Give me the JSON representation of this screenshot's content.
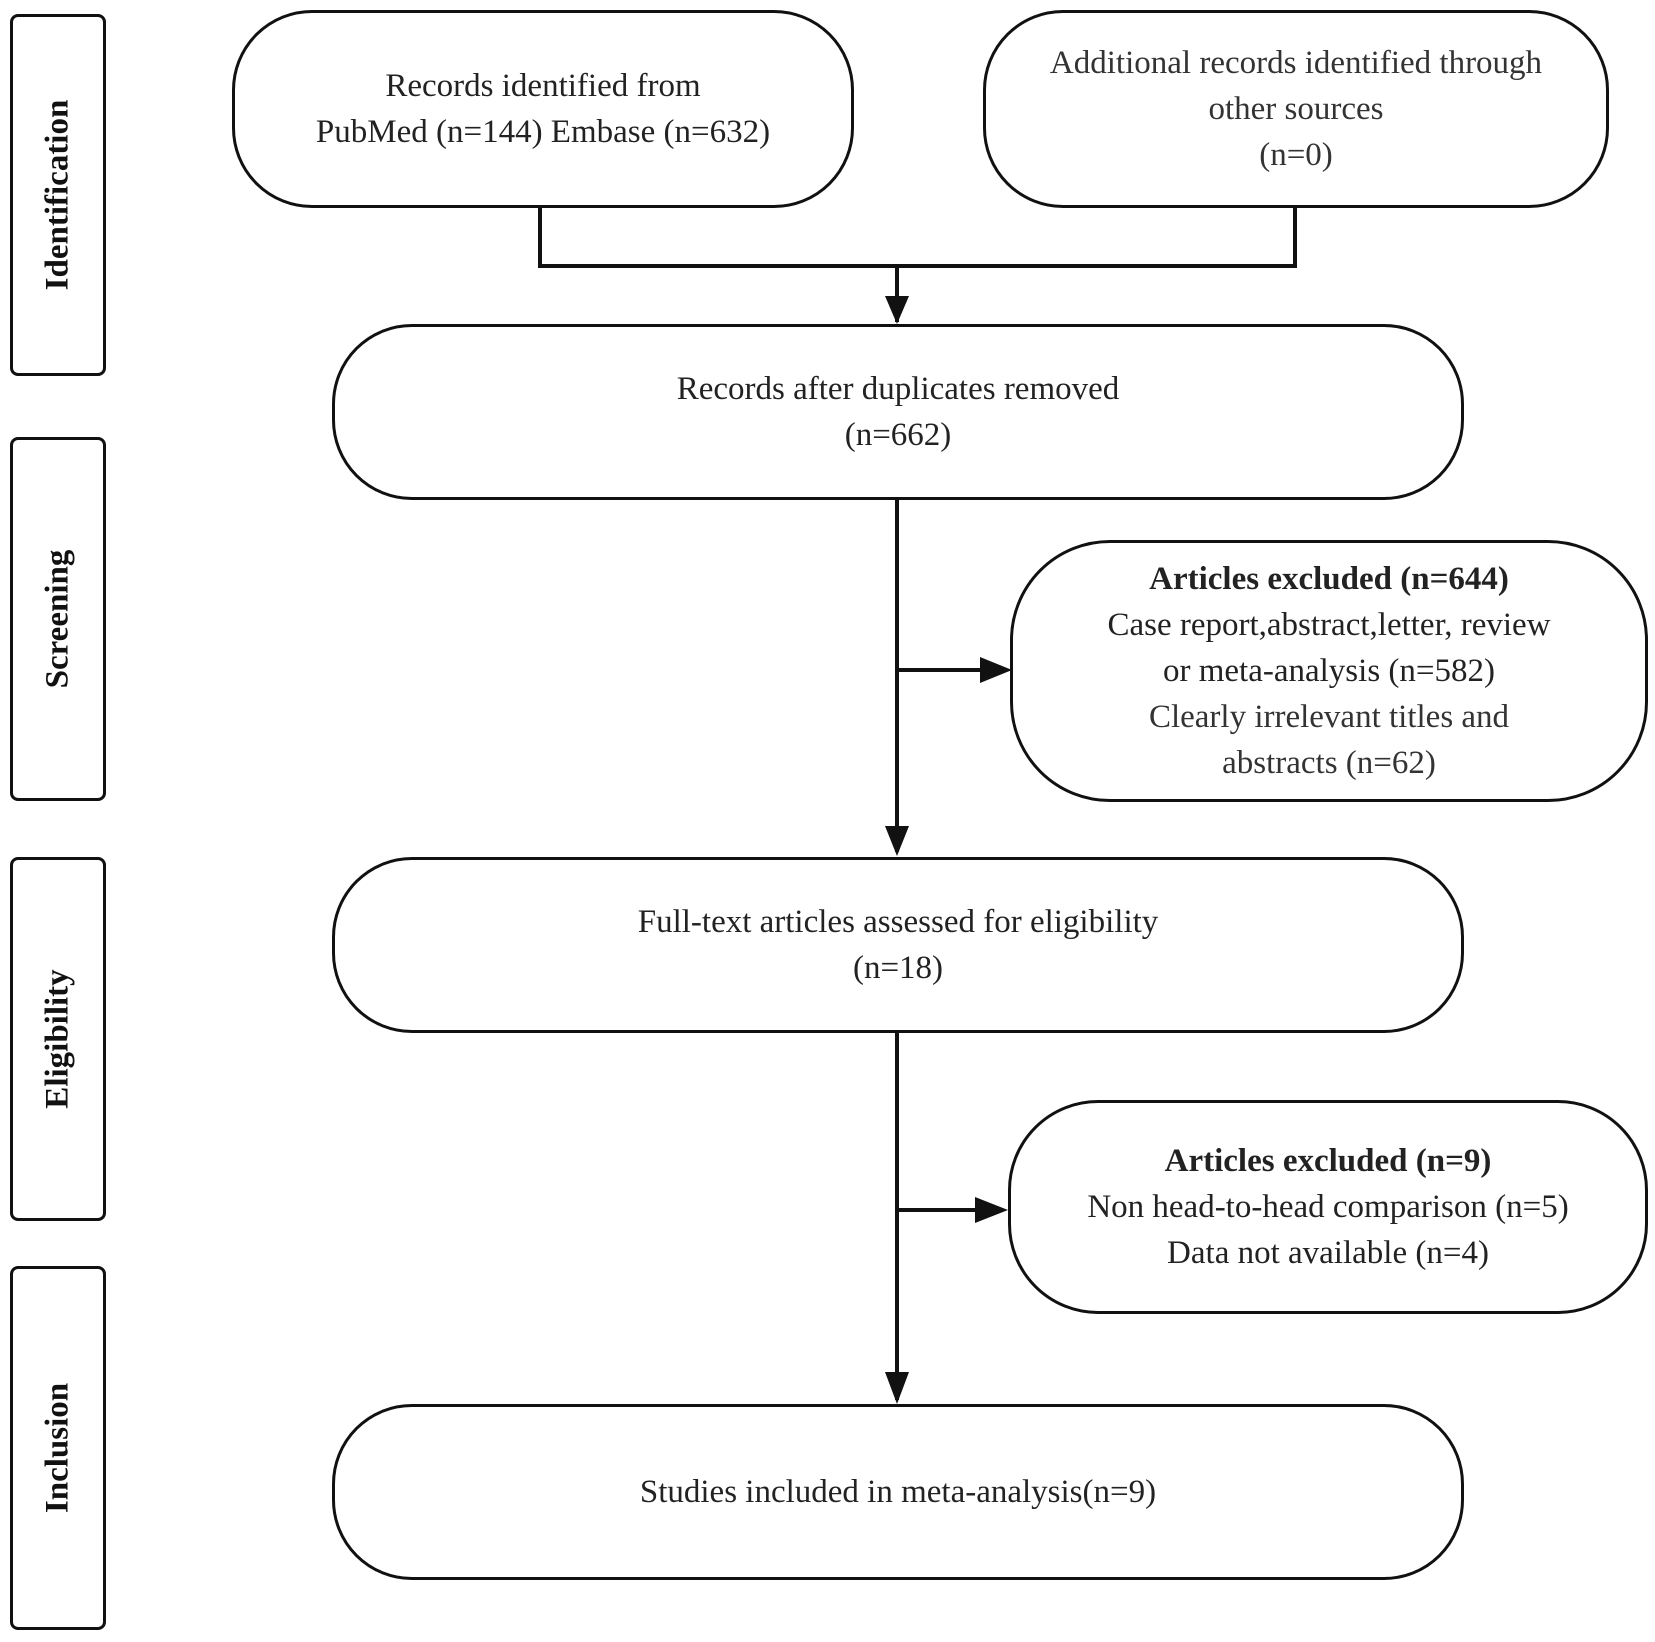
{
  "stages": {
    "identification": "Identification",
    "screening": "Screening",
    "eligibility": "Eligibility",
    "inclusion": "Inclusion"
  },
  "boxes": {
    "database_records": {
      "line1": "Records identified from",
      "line2": "PubMed (n=144) Embase (n=632)"
    },
    "other_sources": {
      "line1": "Additional records identified through",
      "line2": "other sources",
      "line3": "(n=0)"
    },
    "after_duplicates": {
      "line1": "Records after duplicates removed",
      "line2": "(n=662)"
    },
    "screening_excluded": {
      "heading": "Articles excluded  (n=644)",
      "line1": "Case report,abstract,letter, review",
      "line2": "or meta-analysis  (n=582)",
      "line3": "Clearly irrelevant titles and",
      "line4": "abstracts (n=62)"
    },
    "full_text": {
      "line1": "Full-text articles assessed for eligibility",
      "line2": "(n=18)"
    },
    "eligibility_excluded": {
      "heading": "Articles excluded  (n=9)",
      "line1": "Non head-to-head comparison (n=5)",
      "line2": "Data not available (n=4)"
    },
    "included": {
      "line1": "Studies included in meta-analysis(n=9)"
    }
  }
}
